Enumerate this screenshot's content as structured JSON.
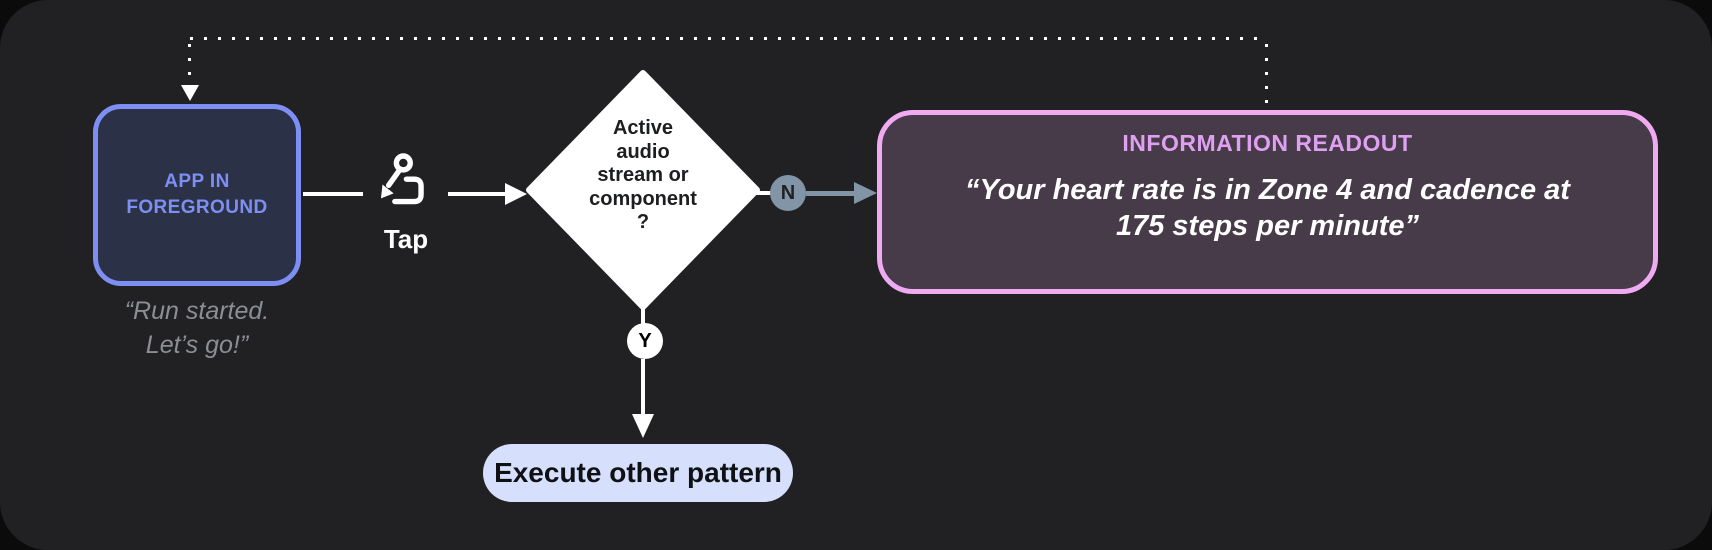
{
  "diagram": {
    "start_node": {
      "label_line1": "APP IN",
      "label_line2": "FOREGROUND"
    },
    "start_caption": {
      "line1": "“Run started.",
      "line2": "Let’s go!”"
    },
    "tap": {
      "label": "Tap",
      "icon": "tap-gesture-icon"
    },
    "decision": {
      "lines": [
        "Active",
        "audio",
        "stream or",
        "component",
        "?"
      ]
    },
    "branch_no": {
      "label": "N"
    },
    "branch_yes": {
      "label": "Y"
    },
    "readout_node": {
      "title": "INFORMATION READOUT",
      "body_line1": "“Your heart rate is in Zone 4 and cadence at",
      "body_line2": "175 steps per minute”"
    },
    "execute_node": {
      "label": "Execute other pattern"
    }
  },
  "colors": {
    "outer_bg": "#0b0b0b",
    "canvas_bg": "#212124",
    "accent_blue": "#7d8ff2",
    "node_blue_fill": "#2b3247",
    "accent_pink": "#efaaf1",
    "node_pink_fill": "#473a49",
    "pink_title": "#dfa0f2",
    "slate": "#8195a6",
    "pill_bg": "#d6dffc",
    "quote_gray": "#8b8e93"
  }
}
